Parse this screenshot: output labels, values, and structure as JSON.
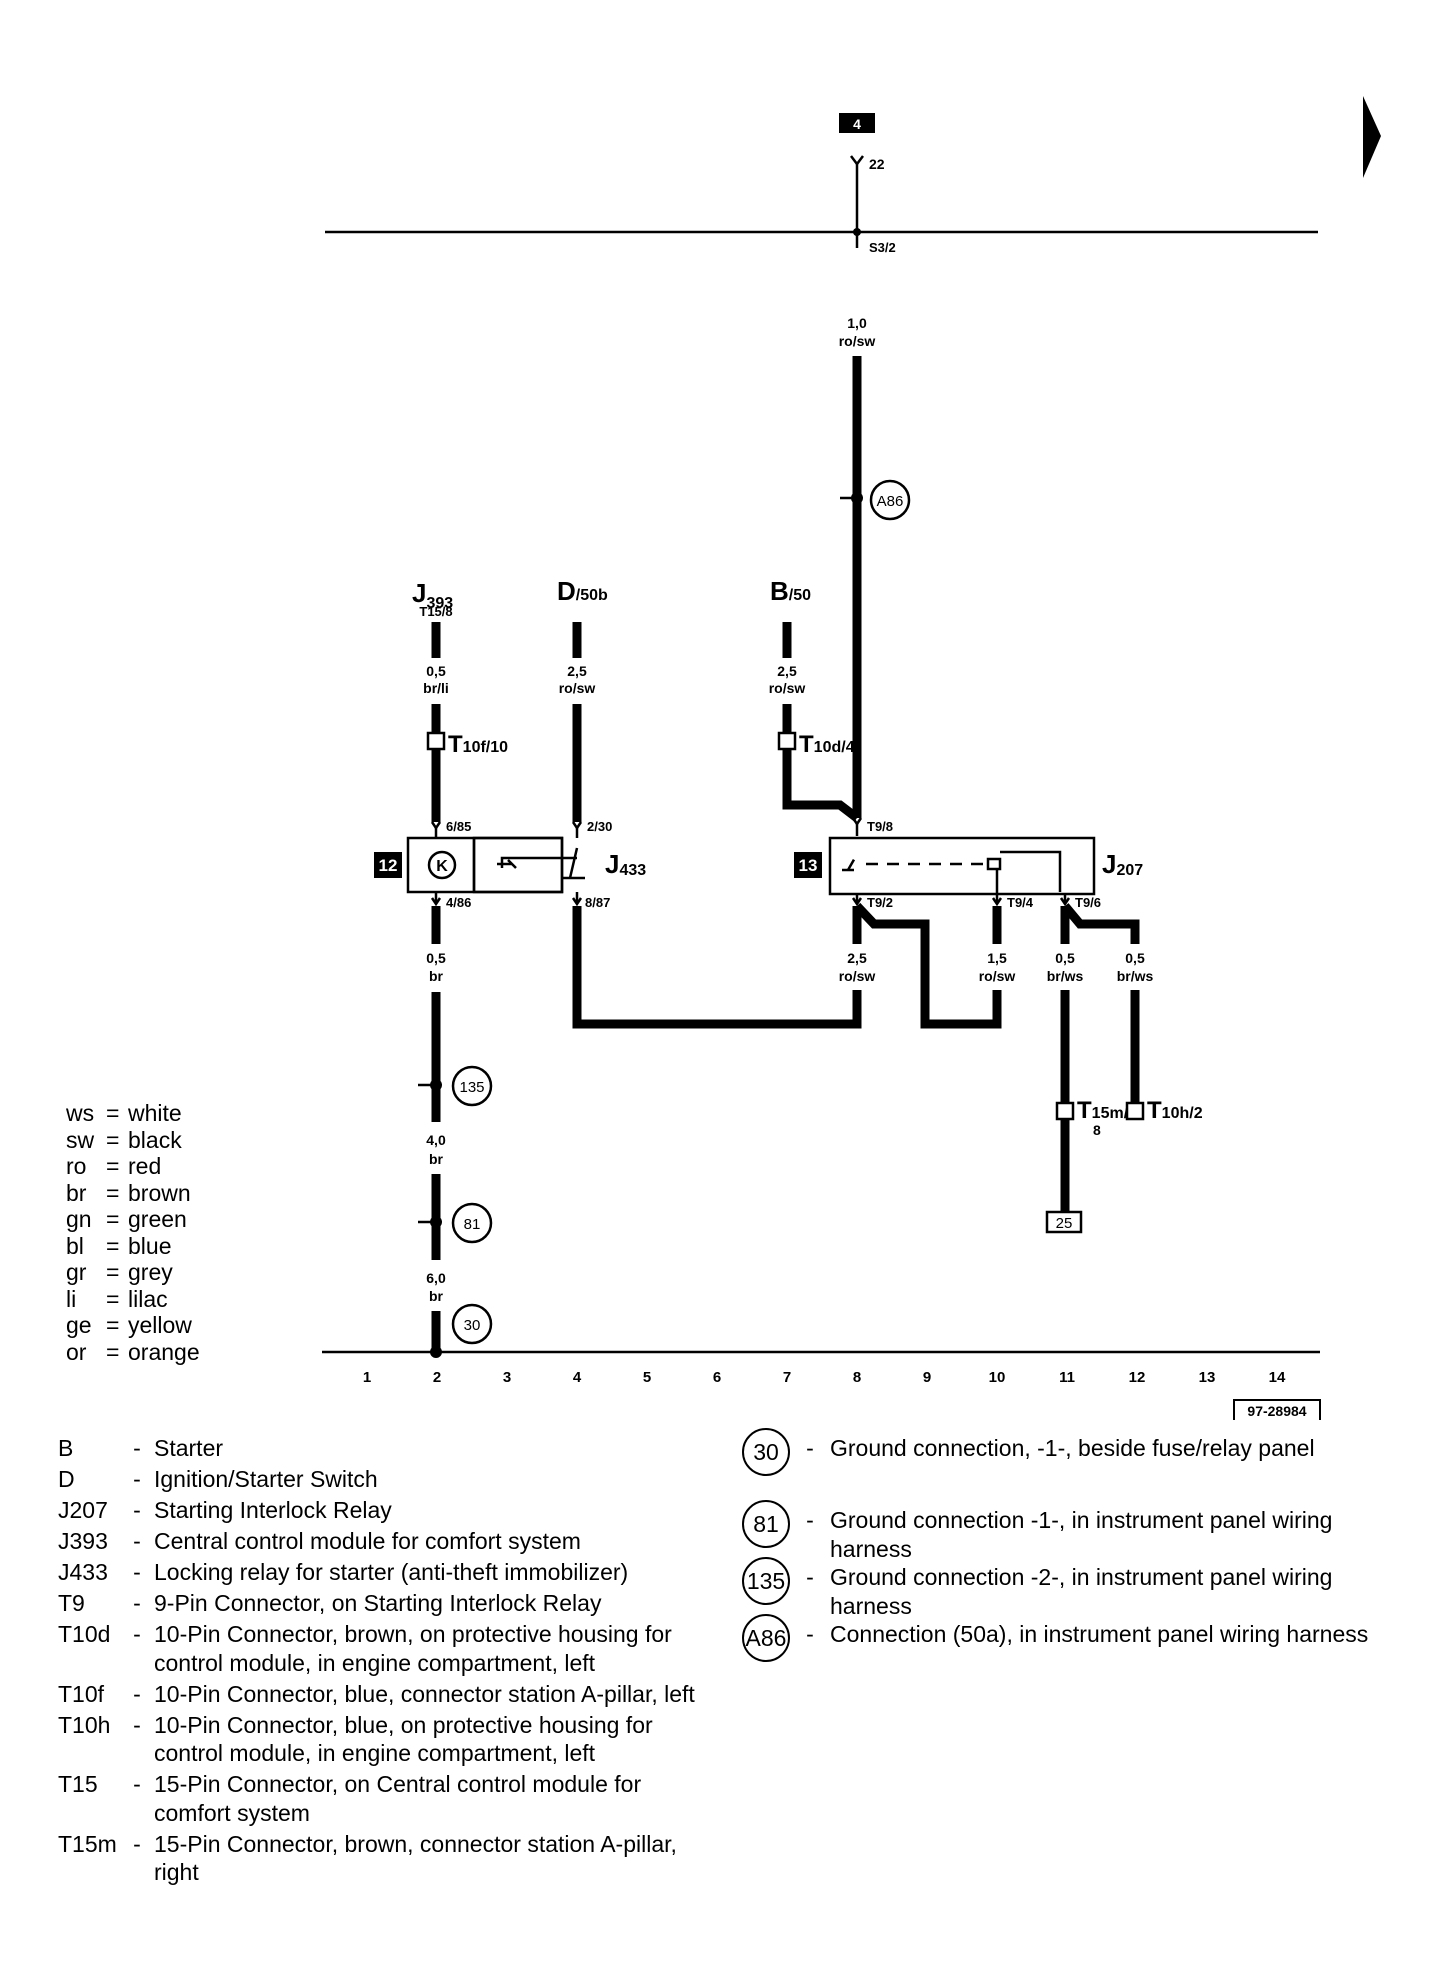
{
  "diagram": {
    "top_fuse_box": "4",
    "top_fuse_pin": "22",
    "top_bus_point": "S3/2",
    "ref_number": "97-28984",
    "wires": {
      "feed": {
        "size": "1,0",
        "color": "ro/sw"
      },
      "j393": {
        "size": "0,5",
        "color": "br/li"
      },
      "d50b": {
        "size": "2,5",
        "color": "ro/sw"
      },
      "b50": {
        "size": "2,5",
        "color": "ro/sw"
      },
      "relay12_out": {
        "size": "0,5",
        "color": "br"
      },
      "t92_out": {
        "size": "2,5",
        "color": "ro/sw"
      },
      "t94_out": {
        "size": "1,5",
        "color": "ro/sw"
      },
      "t96_out_a": {
        "size": "0,5",
        "color": "br/ws"
      },
      "t96_out_b": {
        "size": "0,5",
        "color": "br/ws"
      },
      "ground_135_81": {
        "size": "4,0",
        "color": "br"
      },
      "ground_81_30": {
        "size": "6,0",
        "color": "br"
      }
    },
    "components": {
      "j393": {
        "main": "J",
        "sub": "393",
        "pin": "T15/8"
      },
      "d50b": {
        "main": "D",
        "sub": "/50b"
      },
      "b50": {
        "main": "B",
        "sub": "/50"
      },
      "j433": {
        "main": "J",
        "sub": "433",
        "box": "12",
        "symbol": "K"
      },
      "j207": {
        "main": "J",
        "sub": "207",
        "box": "13"
      }
    },
    "connectors": {
      "t10f": {
        "main": "T",
        "sub": "10f/10"
      },
      "t10d": {
        "main": "T",
        "sub": "10d/4"
      },
      "t15m": {
        "main": "T",
        "sub": "15m/",
        "sub2": "8"
      },
      "t10h": {
        "main": "T",
        "sub": "10h/2"
      }
    },
    "pins": {
      "p685": "6/85",
      "p230": "2/30",
      "p486": "4/86",
      "p887": "8/87",
      "t98": "T9/8",
      "t92": "T9/2",
      "t94": "T9/4",
      "t96": "T9/6"
    },
    "ground_points": [
      "A86",
      "135",
      "81",
      "30"
    ],
    "terminal_25": "25",
    "axis": [
      "1",
      "2",
      "3",
      "4",
      "5",
      "6",
      "7",
      "8",
      "9",
      "10",
      "11",
      "12",
      "13",
      "14"
    ]
  },
  "color_legend": [
    {
      "abbr": "ws",
      "name": "white"
    },
    {
      "abbr": "sw",
      "name": "black"
    },
    {
      "abbr": "ro",
      "name": "red"
    },
    {
      "abbr": "br",
      "name": "brown"
    },
    {
      "abbr": "gn",
      "name": "green"
    },
    {
      "abbr": "bl",
      "name": "blue"
    },
    {
      "abbr": "gr",
      "name": "grey"
    },
    {
      "abbr": "li",
      "name": "lilac"
    },
    {
      "abbr": "ge",
      "name": "yellow"
    },
    {
      "abbr": "or",
      "name": "orange"
    }
  ],
  "legend_left": [
    {
      "code": "B",
      "desc": "Starter"
    },
    {
      "code": "D",
      "desc": "Ignition/Starter Switch"
    },
    {
      "code": "J207",
      "desc": "Starting Interlock Relay"
    },
    {
      "code": "J393",
      "desc": "Central control module for comfort system"
    },
    {
      "code": "J433",
      "desc": "Locking relay for starter (anti-theft immobilizer)"
    },
    {
      "code": "T9",
      "desc": "9-Pin Connector, on Starting Interlock Relay"
    },
    {
      "code": "T10d",
      "desc": "10-Pin Connector, brown, on protective housing for control module, in engine compartment, left"
    },
    {
      "code": "T10f",
      "desc": "10-Pin Connector, blue, connector station A-pillar, left"
    },
    {
      "code": "T10h",
      "desc": "10-Pin Connector, blue, on protective housing for control module, in engine compartment, left"
    },
    {
      "code": "T15",
      "desc": "15-Pin Connector, on Central control module for comfort system"
    },
    {
      "code": "T15m",
      "desc": "15-Pin Connector, brown, connector station A-pillar, right"
    }
  ],
  "legend_right": [
    {
      "badge": "30",
      "desc": "Ground connection, -1-, beside fuse/relay panel"
    },
    {
      "badge": "81",
      "desc": "Ground connection -1-, in instrument panel wiring harness"
    },
    {
      "badge": "135",
      "desc": "Ground connection -2-, in instrument panel wiring harness"
    },
    {
      "badge": "A86",
      "desc": "Connection (50a), in instrument panel wiring harness"
    }
  ]
}
